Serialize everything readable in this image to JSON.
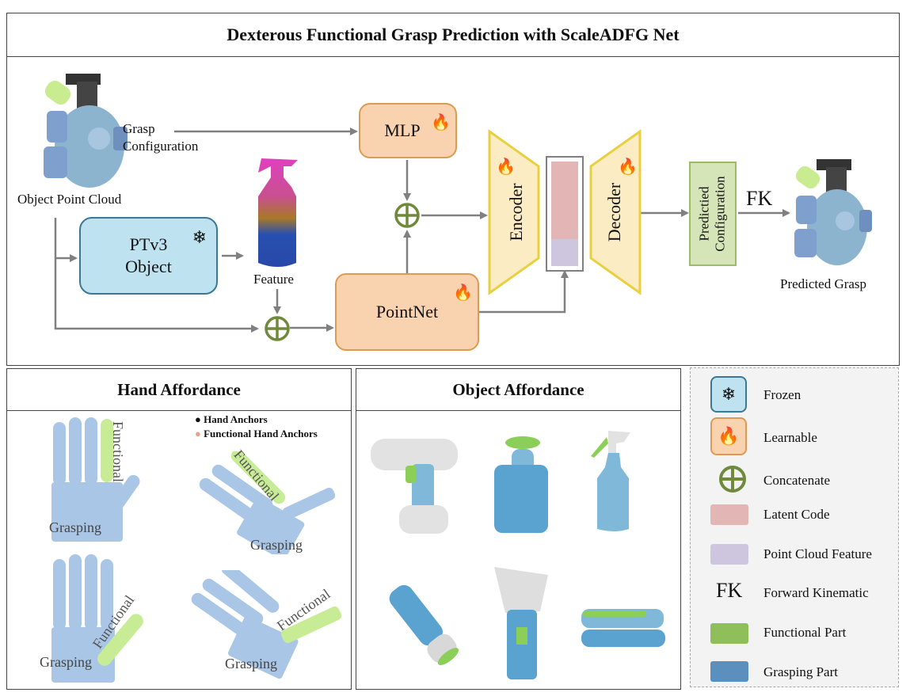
{
  "title": "Dexterous Functional Grasp Prediction with ScaleADFG Net",
  "pipeline": {
    "input_label": "Object Point Cloud",
    "grasp_config_label_line1": "Grasp",
    "grasp_config_label_line2": "Configuration",
    "ptv3_line1": "PTv3",
    "ptv3_line2": "Object",
    "feature_label": "Feature",
    "mlp_label": "MLP",
    "pointnet_label": "PointNet",
    "encoder_label": "Encoder",
    "decoder_label": "Decoder",
    "predicted_config_line1": "Predictied",
    "predicted_config_line2": "Configuration",
    "fk_label": "FK",
    "output_label": "Predicted Grasp",
    "icons": {
      "frozen": "snowflake-icon",
      "learnable": "flame-icon",
      "concat": "circled-plus-icon"
    }
  },
  "hand_affordance": {
    "title": "Hand Affordance",
    "legend": [
      {
        "label": "Hand Anchors",
        "color": "#111111"
      },
      {
        "label": "Functional Hand Anchors",
        "color": "#e8a090"
      }
    ],
    "views": [
      {
        "functional_label": "Functional",
        "grasping_label": "Grasping"
      },
      {
        "functional_label": "Functional",
        "grasping_label": "Grasping"
      },
      {
        "functional_label": "Functional",
        "grasping_label": "Grasping"
      },
      {
        "functional_label": "Functional",
        "grasping_label": "Grasping"
      }
    ]
  },
  "object_affordance": {
    "title": "Object Affordance",
    "objects": [
      "drill",
      "pump-bottle",
      "spray-bottle",
      "flashlight",
      "brush",
      "stapler"
    ]
  },
  "legend": {
    "items": [
      {
        "label": "Frozen",
        "icon": "snowflake-icon"
      },
      {
        "label": "Learnable",
        "icon": "flame-icon"
      },
      {
        "label": "Concatenate",
        "icon": "circled-plus-icon"
      },
      {
        "label": "Latent Code",
        "color": "#e3b6b6"
      },
      {
        "label": "Point Cloud Feature",
        "color": "#cdc6de"
      },
      {
        "label": "Forward Kinematic",
        "symbol": "FK"
      },
      {
        "label": "Functional Part",
        "color": "#8ebf5a"
      },
      {
        "label": "Grasping Part",
        "color": "#5b8fbe"
      }
    ]
  },
  "colors": {
    "learnable_fill": "#f9d2b0",
    "learnable_border": "#dc9a55",
    "frozen_fill": "#bfe2f0",
    "frozen_border": "#3d7893",
    "encdec_fill": "#fcecc4",
    "encdec_border": "#e8d040",
    "concat": "#6e8a3a",
    "config_fill": "#d6e5b7",
    "config_border": "#9cbc6a",
    "arrow": "#808080"
  }
}
